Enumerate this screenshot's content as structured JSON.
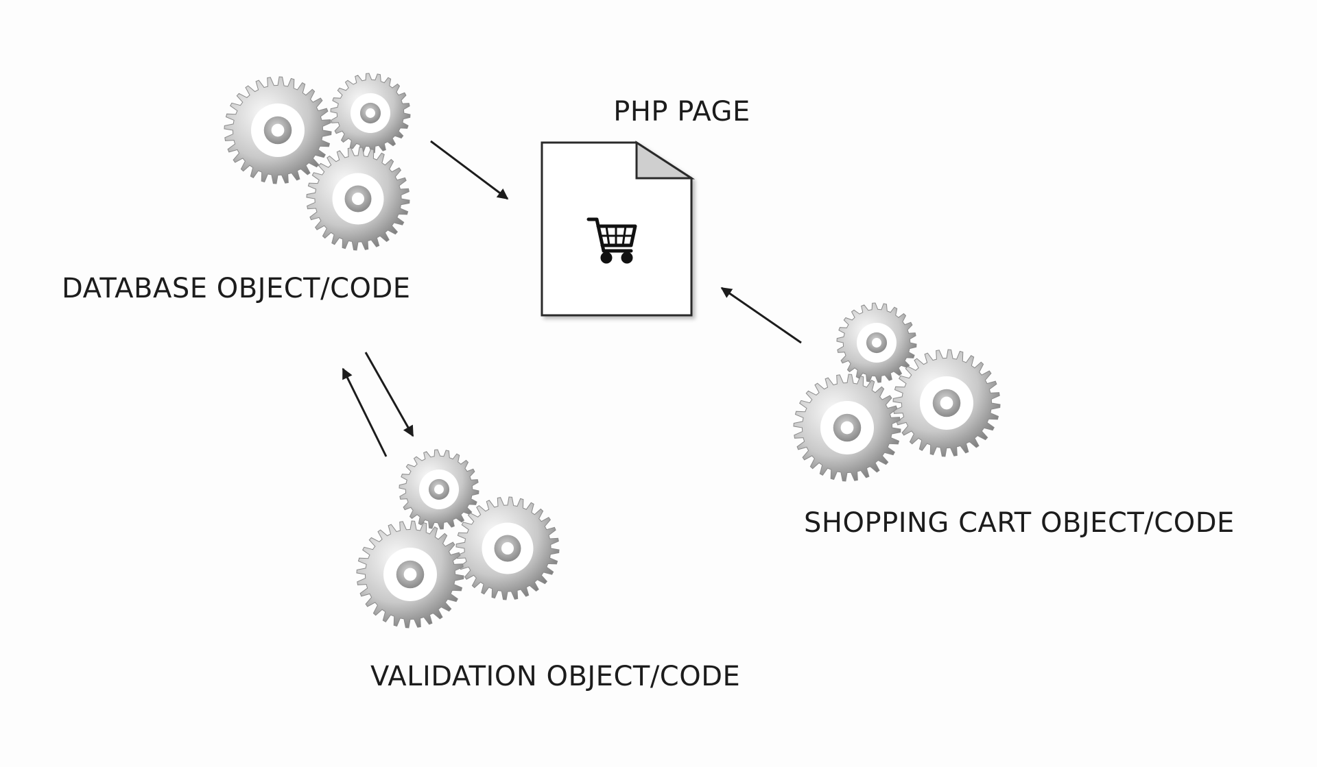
{
  "nodes": {
    "php_page": {
      "label": "PHP PAGE",
      "icon": "shopping-cart-icon"
    },
    "database": {
      "label": "DATABASE OBJECT/CODE",
      "icon": "gears-icon"
    },
    "validation": {
      "label": "VALIDATION OBJECT/CODE",
      "icon": "gears-icon"
    },
    "shopping_cart": {
      "label": "SHOPPING CART OBJECT/CODE",
      "icon": "gears-icon"
    }
  },
  "edges": [
    {
      "from": "database",
      "to": "php_page"
    },
    {
      "from": "shopping_cart",
      "to": "php_page"
    },
    {
      "from": "database",
      "to": "validation"
    },
    {
      "from": "validation",
      "to": "database"
    }
  ],
  "colors": {
    "gear_light": "#f2f2f2",
    "gear_dark": "#6e6e6e",
    "ink": "#1c1c1c",
    "page_fold": "#cfcfcf"
  }
}
